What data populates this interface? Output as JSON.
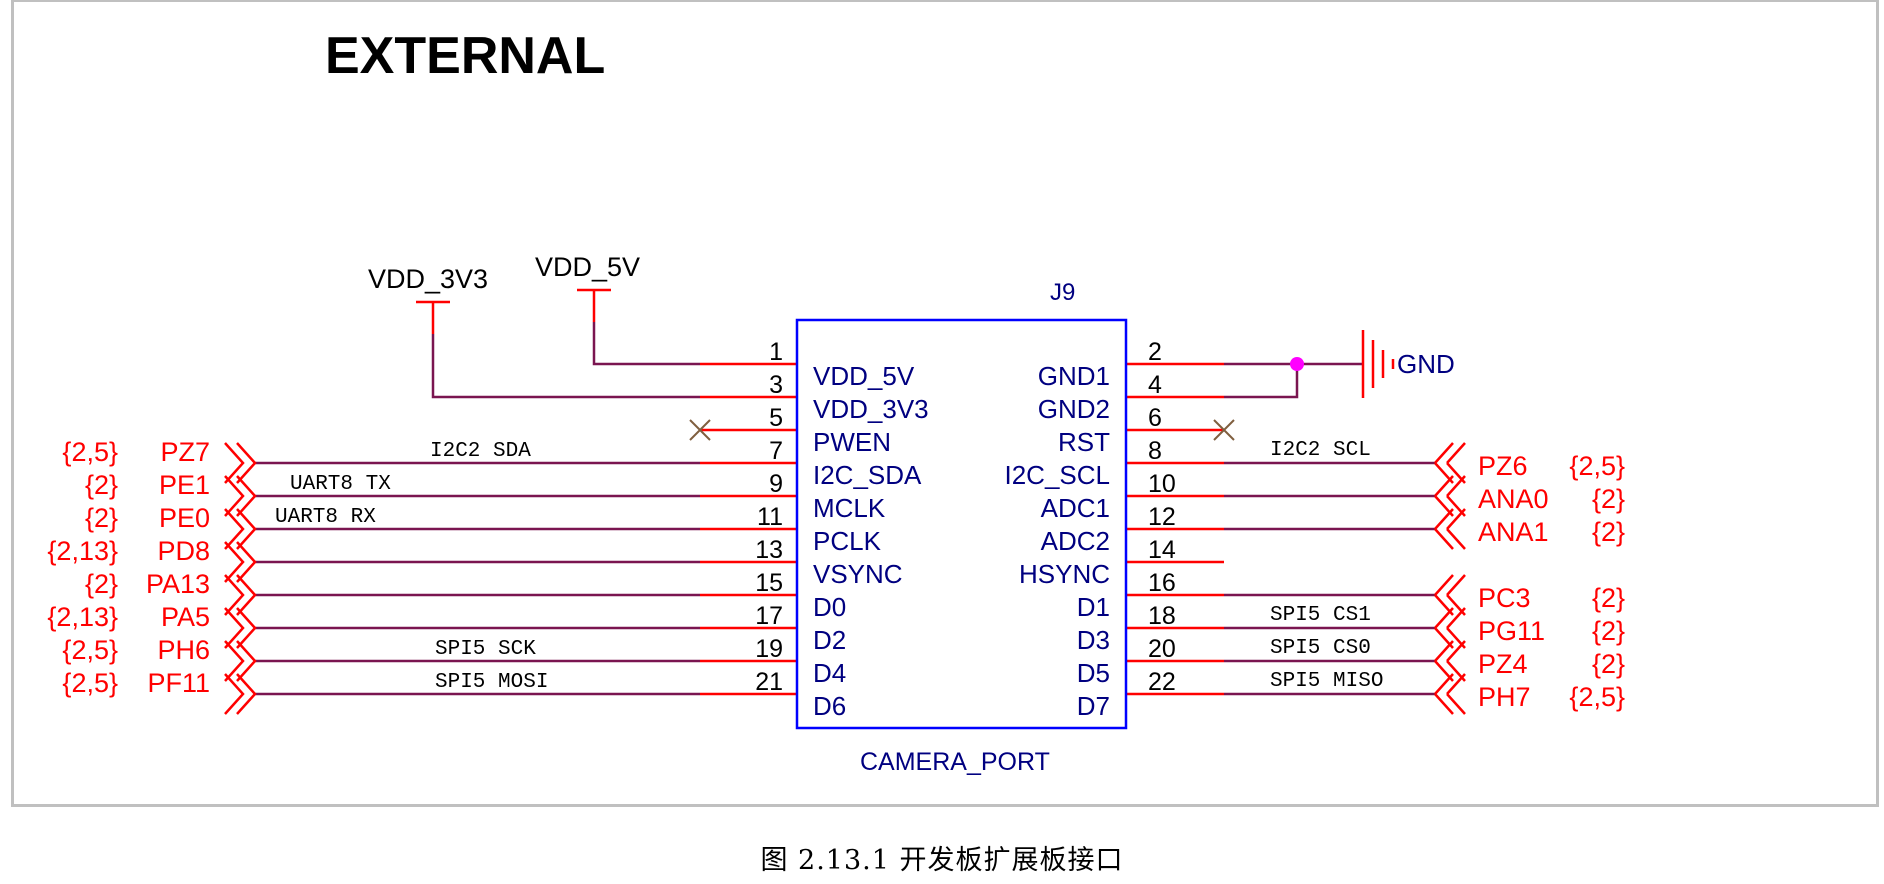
{
  "title": "EXTERNAL",
  "caption": "图 2.13.1 开发板扩展板接口",
  "colors": {
    "wire": "#7a1550",
    "pin": "#ff0000",
    "body": "#0000ff",
    "port": "#ff0000",
    "text": "#000000",
    "part_text": "#000080",
    "junction": "#ff00ff",
    "noconnect": "#7f5f3f"
  },
  "component": {
    "ref": "J9",
    "value": "CAMERA_PORT",
    "left_pins": [
      {
        "num": "1",
        "name": "VDD_5V"
      },
      {
        "num": "3",
        "name": "VDD_3V3"
      },
      {
        "num": "5",
        "name": "PWEN"
      },
      {
        "num": "7",
        "name": "I2C_SDA"
      },
      {
        "num": "9",
        "name": "MCLK"
      },
      {
        "num": "11",
        "name": "PCLK"
      },
      {
        "num": "13",
        "name": "VSYNC"
      },
      {
        "num": "15",
        "name": "D0"
      },
      {
        "num": "17",
        "name": "D2"
      },
      {
        "num": "19",
        "name": "D4"
      },
      {
        "num": "21",
        "name": "D6"
      }
    ],
    "right_pins": [
      {
        "num": "2",
        "name": "GND1"
      },
      {
        "num": "4",
        "name": "GND2"
      },
      {
        "num": "6",
        "name": "RST"
      },
      {
        "num": "8",
        "name": "I2C_SCL"
      },
      {
        "num": "10",
        "name": "ADC1"
      },
      {
        "num": "12",
        "name": "ADC2"
      },
      {
        "num": "14",
        "name": "HSYNC"
      },
      {
        "num": "16",
        "name": "D1"
      },
      {
        "num": "18",
        "name": "D3"
      },
      {
        "num": "20",
        "name": "D5"
      },
      {
        "num": "22",
        "name": "D7"
      }
    ]
  },
  "power": [
    {
      "name": "VDD_3V3",
      "pin": "3"
    },
    {
      "name": "VDD_5V",
      "pin": "1"
    }
  ],
  "ground": {
    "name": "GND",
    "pins": [
      "2",
      "4"
    ]
  },
  "no_connect": [
    "5",
    "6"
  ],
  "left_ports": [
    {
      "row": 3,
      "port": "PZ7",
      "sheets": "{2,5}",
      "net": "I2C2_SDA"
    },
    {
      "row": 4,
      "port": "PE1",
      "sheets": "{2}",
      "net": "UART8_TX"
    },
    {
      "row": 5,
      "port": "PE0",
      "sheets": "{2}",
      "net": "UART8_RX"
    },
    {
      "row": 6,
      "port": "PD8",
      "sheets": "{2,13}",
      "net": ""
    },
    {
      "row": 7,
      "port": "PA13",
      "sheets": "{2}",
      "net": ""
    },
    {
      "row": 8,
      "port": "PA5",
      "sheets": "{2,13}",
      "net": ""
    },
    {
      "row": 9,
      "port": "PH6",
      "sheets": "{2,5}",
      "net": "SPI5_SCK"
    },
    {
      "row": 10,
      "port": "PF11",
      "sheets": "{2,5}",
      "net": "SPI5_MOSI"
    }
  ],
  "right_ports": [
    {
      "row": 3,
      "port": "PZ6",
      "sheets": "{2,5}",
      "net": "I2C2_SCL"
    },
    {
      "row": 4,
      "port": "ANA0",
      "sheets": "{2}",
      "net": ""
    },
    {
      "row": 5,
      "port": "ANA1",
      "sheets": "{2}",
      "net": ""
    },
    {
      "row": 7,
      "port": "PC3",
      "sheets": "{2}",
      "net": ""
    },
    {
      "row": 8,
      "port": "PG11",
      "sheets": "{2}",
      "net": "SPI5_CS1"
    },
    {
      "row": 9,
      "port": "PZ4",
      "sheets": "{2}",
      "net": "SPI5_CS0"
    },
    {
      "row": 10,
      "port": "PH7",
      "sheets": "{2,5}",
      "net": "SPI5_MISO"
    }
  ]
}
